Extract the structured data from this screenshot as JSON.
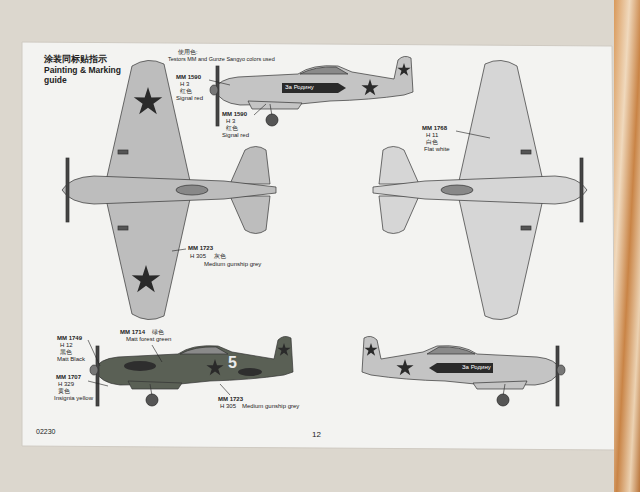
{
  "diagram": {
    "title": "Painting & Marking guide",
    "labels": [
      "涂装同标贴指示",
      "使用色:",
      "Testors MM and Gunze Sangyo colors used",
      "MM 1590",
      "H 3",
      "红色",
      "Signal red",
      "За Родину",
      "MM 1590",
      "H 3",
      "红色",
      "Signal red",
      "MM 1768",
      "H 11",
      "白色",
      "Flat white",
      "MM 1723",
      "H 305",
      "灰色",
      "Medium gunship grey",
      "MM 1749",
      "H 12",
      "黑色",
      "Matt Black",
      "MM 1714",
      "绿色",
      "Matt forest green",
      "MM 1707",
      "H 329",
      "黄色",
      "Insignia yellow",
      "5",
      "MM 1723",
      "H 305",
      "Medium gunship grey",
      "За Родину",
      "02230",
      "12"
    ]
  }
}
